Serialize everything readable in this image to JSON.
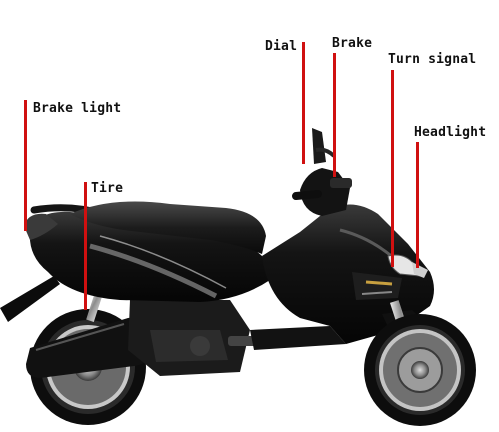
{
  "labels": {
    "brake_light": "Brake light",
    "tire": "Tire",
    "dial": "Dial",
    "brake": "Brake",
    "turn_signal": "Turn signal",
    "headlight": "Headlight"
  },
  "colors": {
    "leader_line": "#d01010",
    "body": "#0c0c0c",
    "seat": "#1a1a1a",
    "chrome": "#b8b8b8",
    "tire": "#111111",
    "rim": "#9a9a9a",
    "background": "#ffffff"
  }
}
